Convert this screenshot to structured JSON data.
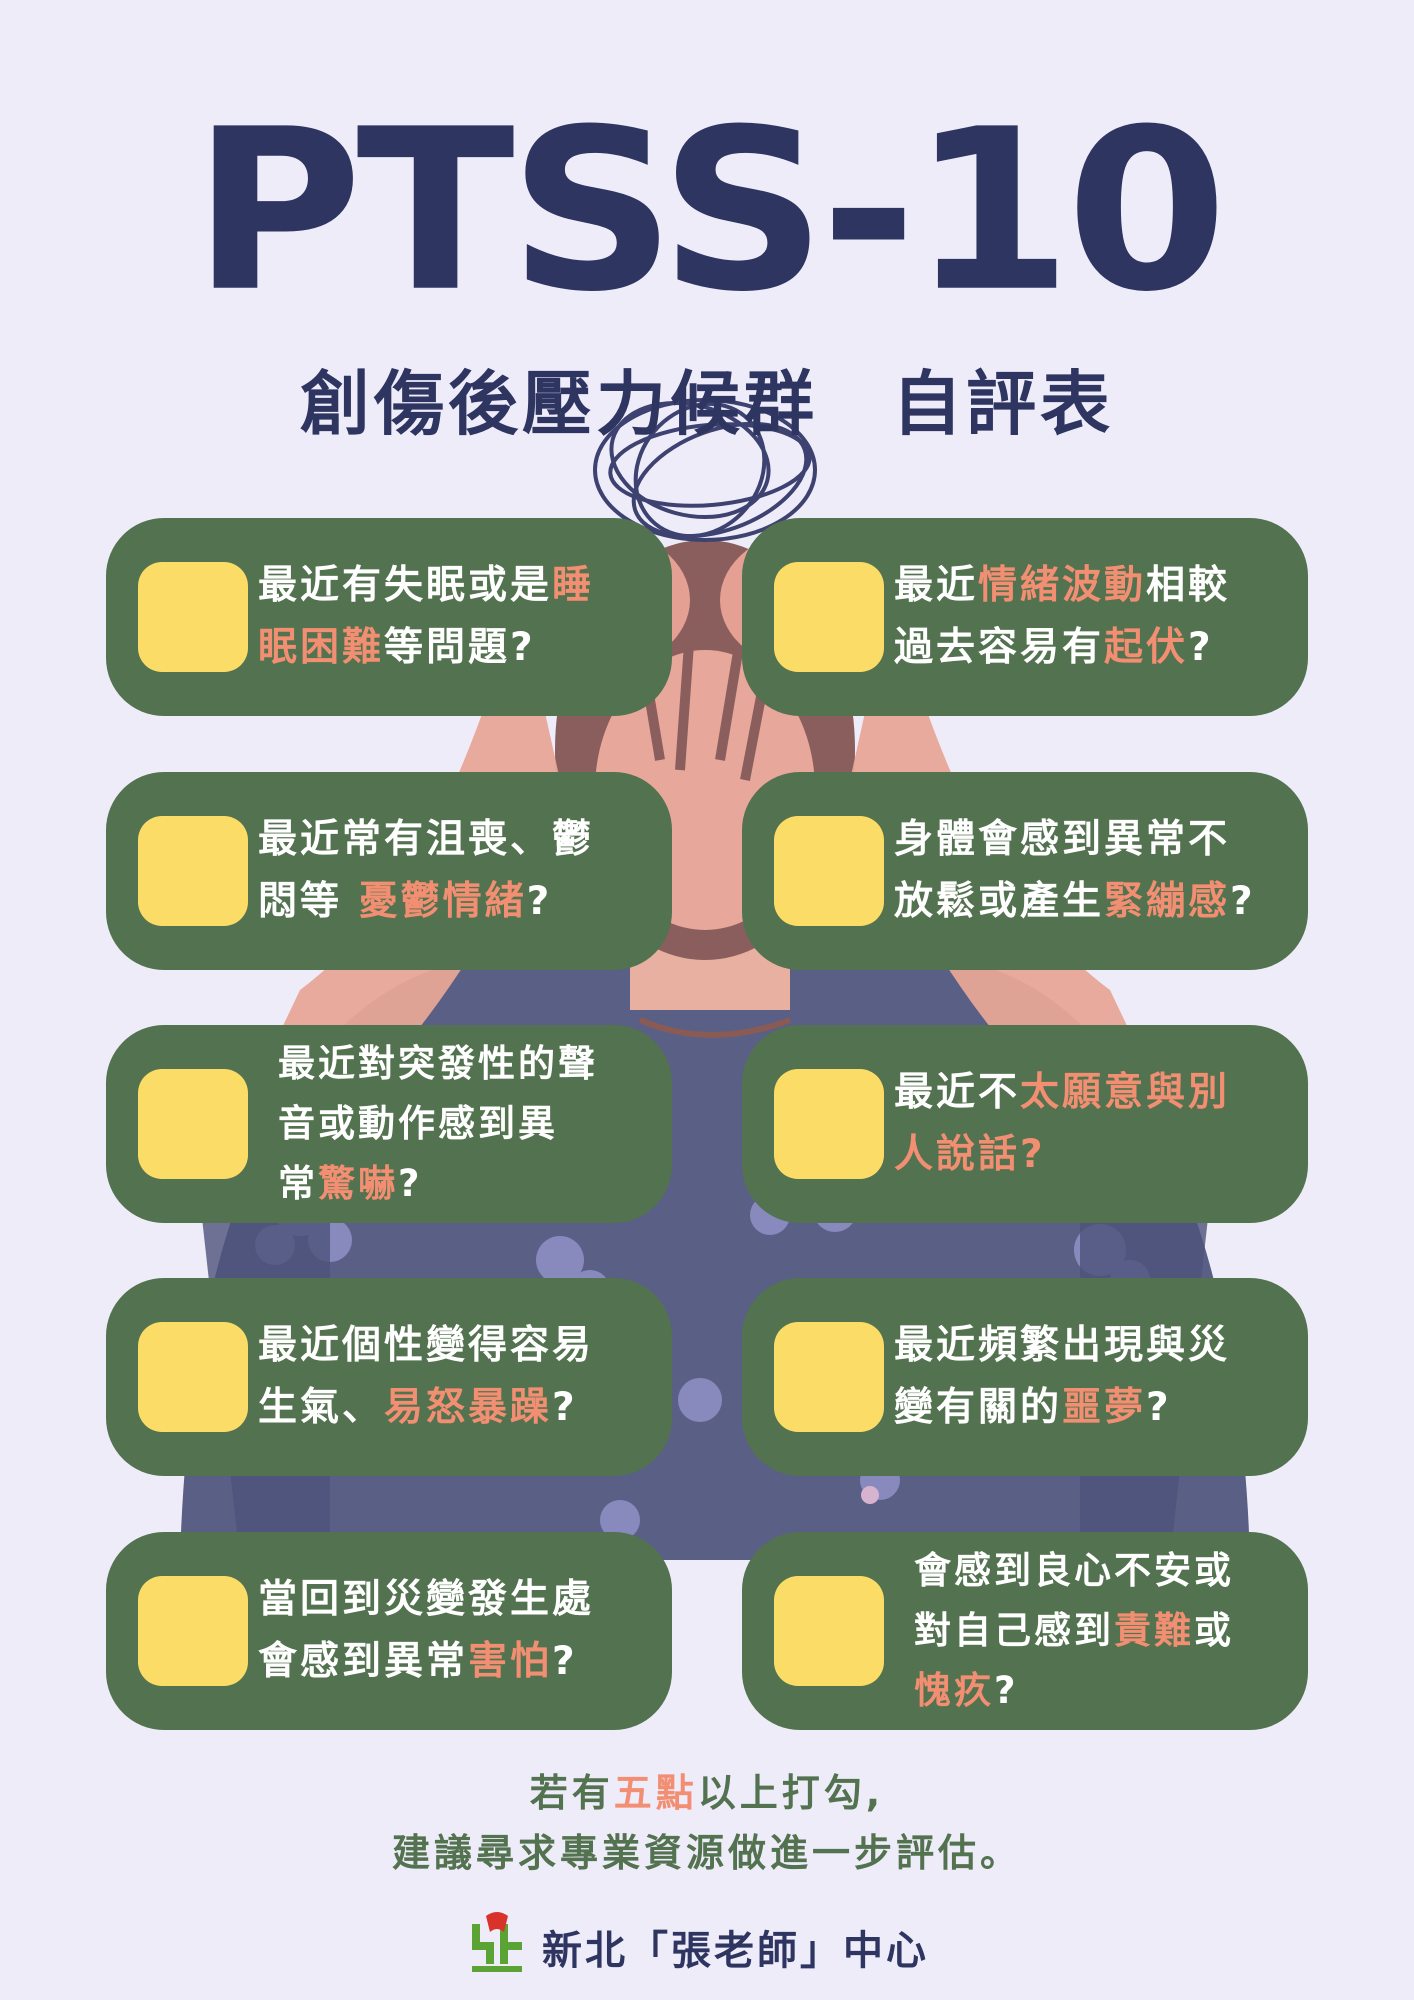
{
  "header": {
    "title": "PTSS-10",
    "subtitle": "創傷後壓力候群　自評表"
  },
  "colors": {
    "background": "#efecfa",
    "title": "#2e3560",
    "card": "#53724f",
    "checkbox": "#fbdc66",
    "highlight": "#f28e72",
    "footer_text": "#53724f"
  },
  "items": [
    {
      "lines": [
        [
          {
            "t": "最近有失眠或是"
          },
          {
            "t": "睡",
            "hl": true
          }
        ],
        [
          {
            "t": "眠困難",
            "hl": true
          },
          {
            "t": "等問題?"
          }
        ]
      ]
    },
    {
      "lines": [
        [
          {
            "t": "最近"
          },
          {
            "t": "情緒波動",
            "hl": true
          },
          {
            "t": "相較"
          }
        ],
        [
          {
            "t": "過去容易有"
          },
          {
            "t": "起伏",
            "hl": true
          },
          {
            "t": "?"
          }
        ]
      ]
    },
    {
      "lines": [
        [
          {
            "t": "最近常有沮喪、鬱"
          }
        ],
        [
          {
            "t": "悶等 "
          },
          {
            "t": "憂鬱情緒",
            "hl": true
          },
          {
            "t": "?"
          }
        ]
      ]
    },
    {
      "lines": [
        [
          {
            "t": "身體會感到異常不"
          }
        ],
        [
          {
            "t": "放鬆或產生"
          },
          {
            "t": "緊繃感",
            "hl": true
          },
          {
            "t": "?"
          }
        ]
      ]
    },
    {
      "lines": [
        [
          {
            "t": "最近對突發性的聲"
          }
        ],
        [
          {
            "t": "音或動作感到異"
          }
        ],
        [
          {
            "t": "常"
          },
          {
            "t": "驚嚇",
            "hl": true
          },
          {
            "t": "?"
          }
        ]
      ]
    },
    {
      "lines": [
        [
          {
            "t": "最近不"
          },
          {
            "t": "太願意與別",
            "hl": true
          }
        ],
        [
          {
            "t": "人說話?",
            "hl": true
          }
        ]
      ]
    },
    {
      "lines": [
        [
          {
            "t": "最近個性變得容易"
          }
        ],
        [
          {
            "t": "生氣、"
          },
          {
            "t": "易怒暴躁",
            "hl": true
          },
          {
            "t": "?"
          }
        ]
      ]
    },
    {
      "lines": [
        [
          {
            "t": "最近頻繁出現與災"
          }
        ],
        [
          {
            "t": "變有關的"
          },
          {
            "t": "噩夢",
            "hl": true
          },
          {
            "t": "?"
          }
        ]
      ]
    },
    {
      "lines": [
        [
          {
            "t": "當回到災變發生處"
          }
        ],
        [
          {
            "t": "會感到異常"
          },
          {
            "t": "害怕",
            "hl": true
          },
          {
            "t": "?"
          }
        ]
      ]
    },
    {
      "lines": [
        [
          {
            "t": "會感到良心不安或"
          }
        ],
        [
          {
            "t": "對自己感到"
          },
          {
            "t": "責難",
            "hl": true
          },
          {
            "t": "或"
          }
        ],
        [
          {
            "t": "愧疚",
            "hl": true
          },
          {
            "t": "?"
          }
        ]
      ]
    }
  ],
  "footer": {
    "line1": [
      {
        "t": "若有"
      },
      {
        "t": "五點",
        "hl": true
      },
      {
        "t": "以上打勾,"
      }
    ],
    "line2": [
      {
        "t": "建議尋求專業資源做進一步評估。"
      }
    ],
    "org_name": "新北「張老師」中心",
    "logo_icon": "zhang-laoshi-logo-icon"
  }
}
